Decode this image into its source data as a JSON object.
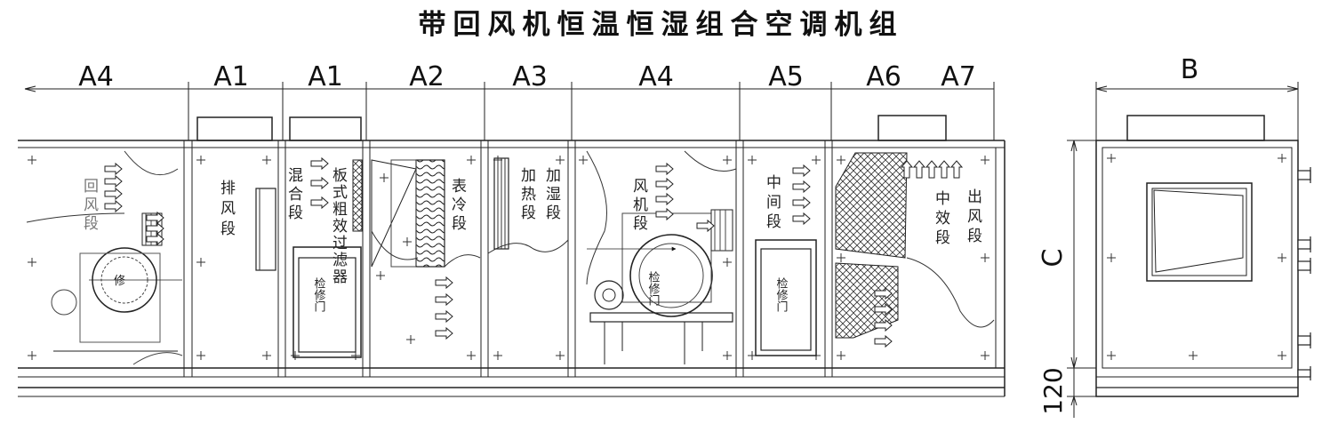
{
  "title": "带回风机恒温恒湿组合空调机组",
  "dimensions": {
    "top": [
      "A4",
      "A1",
      "A1",
      "A2",
      "A3",
      "A4",
      "A5",
      "A6",
      "A7"
    ],
    "side_width": "B",
    "side_height": "C",
    "base_height": "120"
  },
  "sections": {
    "return_fan": "回风段",
    "exhaust": "排风段",
    "mixing": "混合段",
    "plate_filter": "板式粗效过滤器",
    "cooling": "表冷段",
    "heating": "加热段",
    "humidifying": "加湿段",
    "fan": "风机段",
    "intermediate": "中间段",
    "medium_filter": "中效段",
    "outlet": "出风段"
  },
  "door_label": "检修门",
  "door_label_chars": [
    "检",
    "修",
    "门"
  ],
  "partial_door_label": "修",
  "fan_door_label": "检修门"
}
